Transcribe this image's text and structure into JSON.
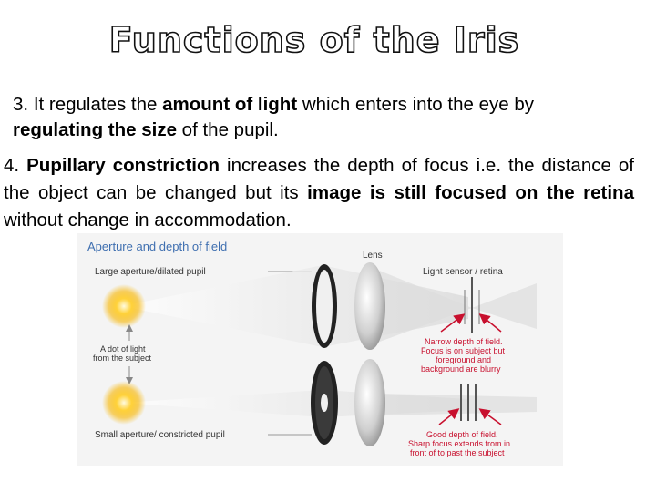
{
  "title": "Functions of the Iris",
  "point3": {
    "number": "3.",
    "t1": "It regulates the ",
    "b1": "amount of light",
    "t2": " which enters into the eye by",
    "b2": "regulating the size",
    "t3": " of the pupil."
  },
  "point4": {
    "number": "4.",
    "b1": "Pupillary constriction",
    "t1": " increases the depth of focus i.e. the distance of the object can be changed but its ",
    "b2": "image is still focused on the retina",
    "t2": " without change in accommodation."
  },
  "figure": {
    "title": "Aperture and depth of field",
    "lens_label": "Lens",
    "sensor_label": "Light sensor / retina",
    "large_aperture_label": "Large aperture/dilated pupil",
    "small_aperture_label": "Small aperture/ constricted pupil",
    "dot_label_line1": "A dot of light",
    "dot_label_line2": "from the subject",
    "narrow_line1": "Narrow depth of field.",
    "narrow_line2": "Focus is on subject but",
    "narrow_line3": "foreground and",
    "narrow_line4": "background are blurry",
    "good_line1": "Good depth of field.",
    "good_line2": "Sharp focus extends from in",
    "good_line3": "front of to past the subject",
    "colors": {
      "figure_title": "#3f6fb0",
      "annotation_red": "#c8102e",
      "light_glow": "#f7b500"
    }
  }
}
